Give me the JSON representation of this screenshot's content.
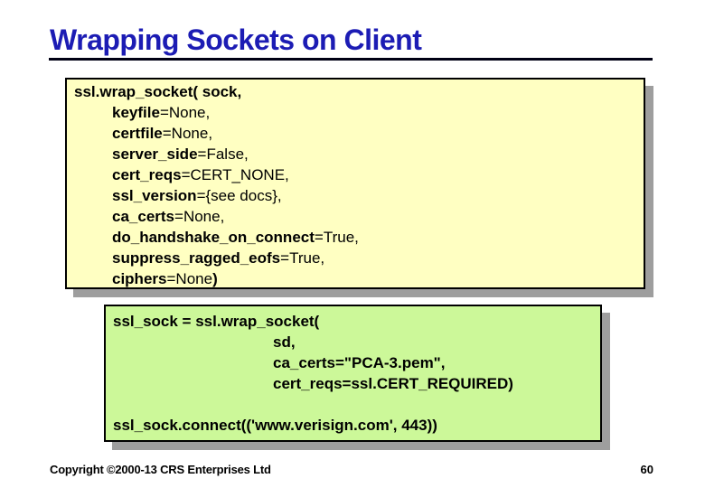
{
  "title": "Wrapping Sockets on Client",
  "footer": {
    "copyright": "Copyright ©2000-13 CRS Enterprises Ltd",
    "page_number": "60"
  },
  "colors": {
    "title_blue": "#1c1cb4",
    "title_underline": "#000014",
    "yellow": "#ffffc2",
    "green": "#ccf899",
    "shadow_gray": "#9e9e9e",
    "border_black": "#000000",
    "code_text": "#000000"
  },
  "code_boxes": [
    {
      "name": "wrap-socket-signature",
      "style": "yellow",
      "lines": [
        {
          "indent": 0,
          "segments": [
            {
              "text": "ssl.wrap_socket( sock,",
              "bold": true
            }
          ]
        },
        {
          "indent": 1,
          "segments": [
            {
              "text": "keyfile",
              "bold": true
            },
            {
              "text": "=None,",
              "bold": false
            }
          ]
        },
        {
          "indent": 1,
          "segments": [
            {
              "text": "certfile",
              "bold": true
            },
            {
              "text": "=None,",
              "bold": false
            }
          ]
        },
        {
          "indent": 1,
          "segments": [
            {
              "text": "server_side",
              "bold": true
            },
            {
              "text": "=False,",
              "bold": false
            }
          ]
        },
        {
          "indent": 1,
          "segments": [
            {
              "text": "cert_reqs",
              "bold": true
            },
            {
              "text": "=CERT_NONE,",
              "bold": false
            }
          ]
        },
        {
          "indent": 1,
          "segments": [
            {
              "text": "ssl_version",
              "bold": true
            },
            {
              "text": "={see docs},",
              "bold": false
            }
          ]
        },
        {
          "indent": 1,
          "segments": [
            {
              "text": "ca_certs",
              "bold": true
            },
            {
              "text": "=None,",
              "bold": false
            }
          ]
        },
        {
          "indent": 1,
          "segments": [
            {
              "text": "do_handshake_on_connect",
              "bold": true
            },
            {
              "text": "=True,",
              "bold": false
            }
          ]
        },
        {
          "indent": 1,
          "segments": [
            {
              "text": "suppress_ragged_eofs",
              "bold": true
            },
            {
              "text": "=True,",
              "bold": false
            }
          ]
        },
        {
          "indent": 1,
          "segments": [
            {
              "text": "ciphers",
              "bold": true
            },
            {
              "text": "=None",
              "bold": false
            },
            {
              "text": ")",
              "bold": true
            }
          ]
        }
      ]
    },
    {
      "name": "client-example",
      "style": "green",
      "lines": [
        {
          "indent": 0,
          "segments": [
            {
              "text": "ssl_sock = ssl.wrap_socket(",
              "bold": true
            }
          ]
        },
        {
          "indent": 2,
          "segments": [
            {
              "text": "sd,",
              "bold": true
            }
          ]
        },
        {
          "indent": 2,
          "segments": [
            {
              "text": "ca_certs=\"PCA-3.pem\",",
              "bold": true
            }
          ]
        },
        {
          "indent": 2,
          "segments": [
            {
              "text": "cert_reqs=ssl.CERT_REQUIRED)",
              "bold": true
            }
          ]
        },
        {
          "indent": 0,
          "segments": []
        },
        {
          "indent": 0,
          "segments": [
            {
              "text": "ssl_sock.connect(('www.verisign.com', 443))",
              "bold": true
            }
          ]
        }
      ]
    }
  ]
}
